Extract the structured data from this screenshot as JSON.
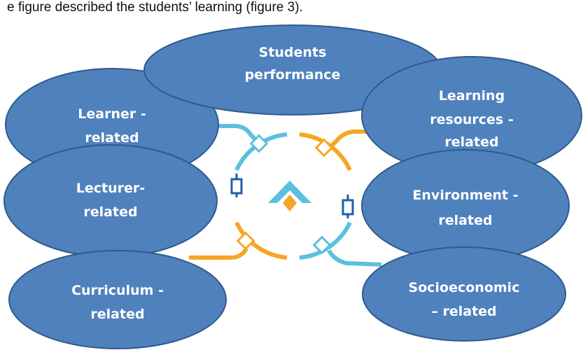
{
  "caption": "e figure described the students’ learning (figure 3).",
  "center": {
    "label": "Students\nperformance"
  },
  "nodes": [
    {
      "id": "learner",
      "label": "Learner -\nrelated"
    },
    {
      "id": "lecturer",
      "label": "Lecturer-\nrelated"
    },
    {
      "id": "curriculum",
      "label": "Curriculum -\nrelated"
    },
    {
      "id": "resources",
      "label": "Learning\nresources -\nrelated"
    },
    {
      "id": "environment",
      "label": "Environment -\nrelated"
    },
    {
      "id": "socioeconomic",
      "label": "Socioeconomic\n– related"
    }
  ],
  "colors": {
    "ellipse_fill": "#4f81bd",
    "ellipse_stroke": "#2f5a8c",
    "ring_blue": "#5bc0de",
    "ring_orange": "#f5a623",
    "text": "#ffffff"
  },
  "icons": [
    "diamond-connector-icon",
    "pill-connector-icon",
    "chevron-up-logo-icon"
  ]
}
